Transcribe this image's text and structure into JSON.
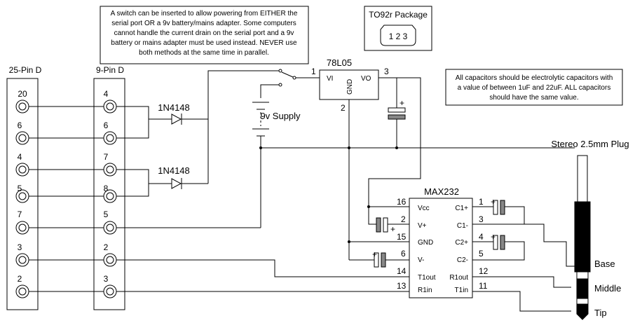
{
  "notes": {
    "switch_note": [
      "A switch can be inserted to allow powering from EITHER the",
      "serial port OR a 9v battery/mains adapter. Some computers",
      "cannot handle the current drain on the serial port and a 9v",
      "battery or mains adapter must be used instead. NEVER use",
      "both methods at the same time in parallel."
    ],
    "capacitor_note": [
      "All capacitors should be electrolytic capacitors with",
      "a value of between 1uF and 22uF. ALL capacitors",
      "should have the same value."
    ]
  },
  "package": {
    "title": "TO92r Package",
    "pins": "1 2 3"
  },
  "connectors": {
    "db25": {
      "title": "25-Pin D",
      "pins": [
        "20",
        "6",
        "4",
        "5",
        "7",
        "3",
        "2"
      ]
    },
    "db9": {
      "title": "9-Pin D",
      "pins": [
        "4",
        "6",
        "7",
        "8",
        "5",
        "2",
        "3"
      ]
    }
  },
  "diodes": {
    "d1": "1N4148",
    "d2": "1N4148"
  },
  "battery": {
    "label": "9v Supply"
  },
  "regulator": {
    "name": "78L05",
    "vi": "VI",
    "vo": "VO",
    "gnd": "GND",
    "pin_vi": "1",
    "pin_gnd": "2",
    "pin_vo": "3"
  },
  "max232": {
    "name": "MAX232",
    "left_pins": [
      {
        "num": "16",
        "label": "Vcc"
      },
      {
        "num": "2",
        "label": "V+"
      },
      {
        "num": "15",
        "label": "GND"
      },
      {
        "num": "6",
        "label": "V-"
      },
      {
        "num": "14",
        "label": "T1out"
      },
      {
        "num": "13",
        "label": "R1in"
      }
    ],
    "right_pins": [
      {
        "num": "1",
        "label": "C1+"
      },
      {
        "num": "3",
        "label": "C1-"
      },
      {
        "num": "4",
        "label": "C2+"
      },
      {
        "num": "5",
        "label": "C2-"
      },
      {
        "num": "12",
        "label": "R1out"
      },
      {
        "num": "11",
        "label": "T1in"
      }
    ]
  },
  "plug": {
    "title": "Stereo 2.5mm Plug",
    "base": "Base",
    "middle": "Middle",
    "tip": "Tip"
  },
  "polarity": {
    "plus": "+"
  }
}
